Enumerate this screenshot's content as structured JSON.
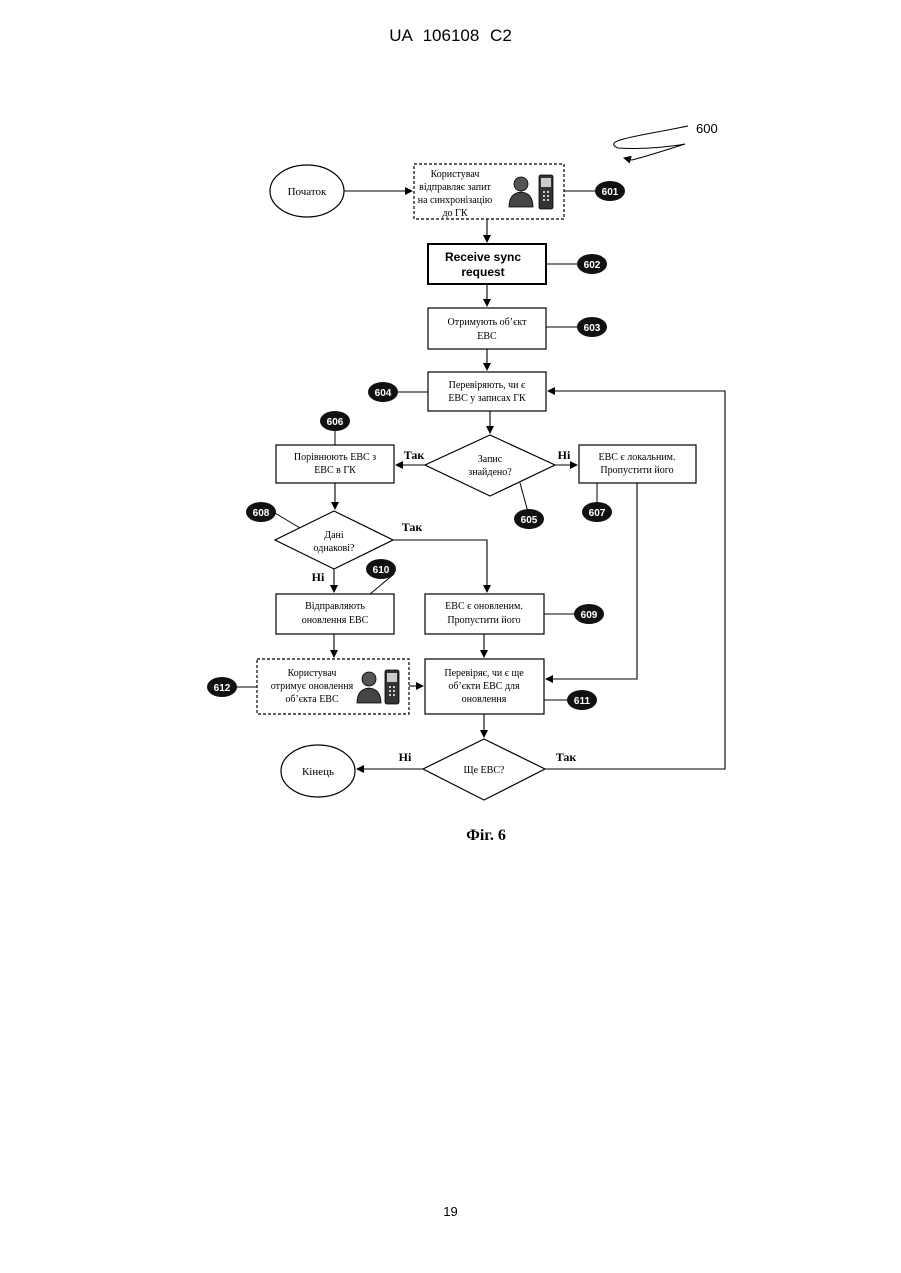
{
  "header": "UA   106108   C2",
  "page_number": "19",
  "figure_ref": "600",
  "caption": "Фіг. 6",
  "nodes": {
    "start": "Початок",
    "n601": [
      "Користувач",
      "відправляє запит",
      "на синхронізацію",
      "до ГК"
    ],
    "n602": [
      "Receive sync",
      "request"
    ],
    "n603": [
      "Отримують об’єкт",
      "ЕВС"
    ],
    "n604": [
      "Перевіряють, чи є",
      "ЕВС у записах ГК"
    ],
    "n605": [
      "Запис",
      "знайдено?"
    ],
    "n606": [
      "Порівнюють ЕВС з",
      "ЕВС в ГК"
    ],
    "n607": [
      "ЕВС є локальним.",
      "Пропустити його"
    ],
    "n608": [
      "Дані",
      "однакові?"
    ],
    "n609": [
      "ЕВС є оновленим.",
      "Пропустити його"
    ],
    "n610": [
      "Відправляють",
      "оновлення ЕВС"
    ],
    "n611": [
      "Перевіряє, чи є ще",
      "об’єкти ЕВС для",
      "оновлення"
    ],
    "n612": [
      "Користувач",
      "отримує оновлення",
      "об’єкта ЕВС"
    ],
    "n_more": "Ще ЕВС?",
    "end": "Кінець"
  },
  "edge_labels": {
    "yes_605": "Так",
    "no_605": "Ні",
    "yes_608": "Так",
    "no_608": "Ні",
    "no_more": "Ні",
    "yes_more": "Так"
  },
  "tags": {
    "t601": "601",
    "t602": "602",
    "t603": "603",
    "t604": "604",
    "t605": "605",
    "t606": "606",
    "t607": "607",
    "t608": "608",
    "t609": "609",
    "t610": "610",
    "t611": "611",
    "t612": "612"
  }
}
